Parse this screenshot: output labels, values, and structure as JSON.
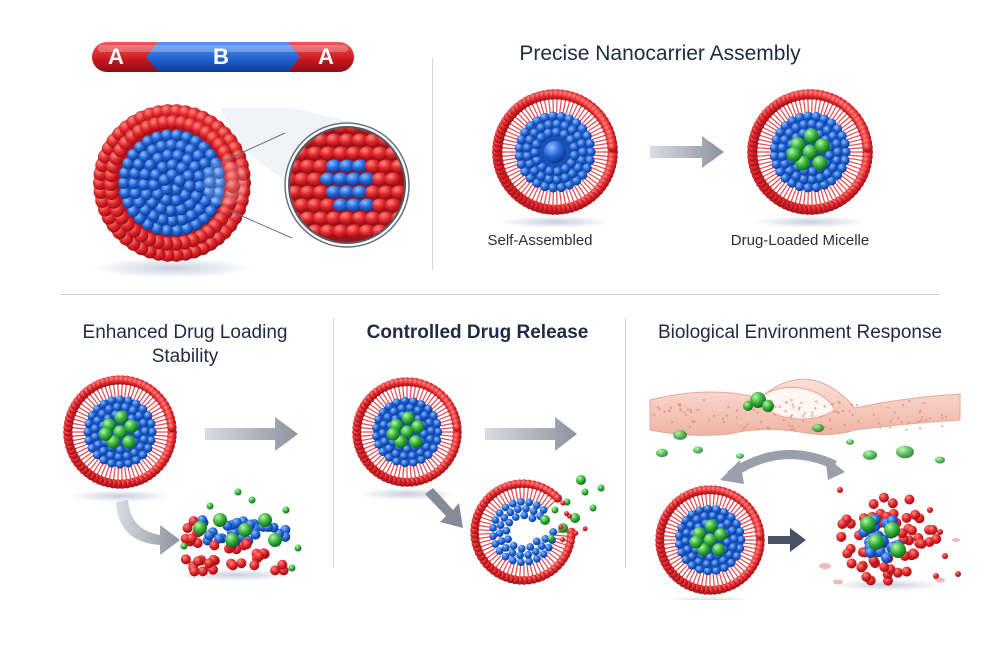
{
  "copolymer": {
    "block_a_left": "A",
    "block_b": "B",
    "block_a_right": "A"
  },
  "panels": {
    "assembly": {
      "title": "Precise Nanocarrier Assembly",
      "caption_left": "Self-Assembled",
      "caption_right": "Drug-Loaded Micelle"
    },
    "loading": {
      "title_line1": "Enhanced Drug Loading",
      "title_line2": "Stability"
    },
    "release": {
      "title": "Controlled Drug Release"
    },
    "environment": {
      "title": "Biological Environment Response"
    }
  },
  "colors": {
    "shell_red": "#d8232a",
    "core_blue": "#1f63d6",
    "drug_green": "#2fae3a",
    "arrow_gray": "#9aa0aa",
    "tissue_pink": "#f2c2b5"
  }
}
